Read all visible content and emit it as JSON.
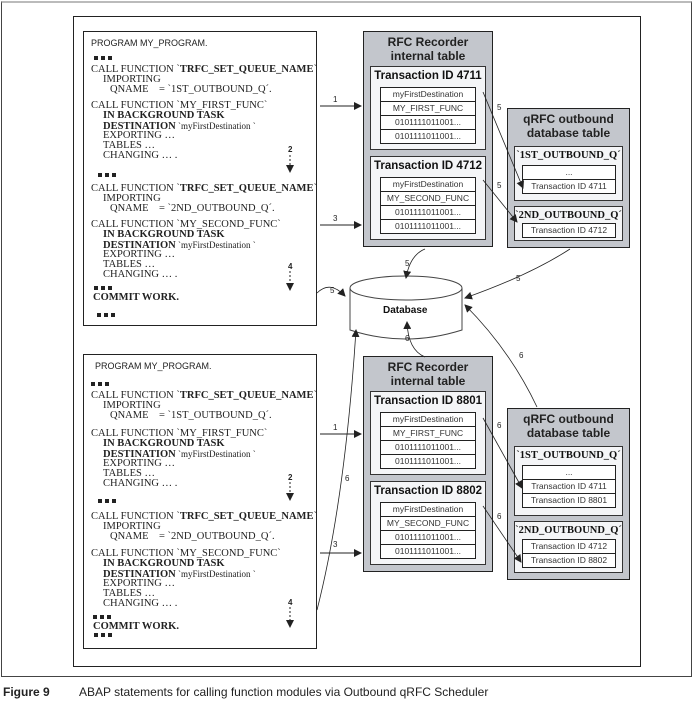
{
  "caption": {
    "figure_label": "Figure 9",
    "text": "ABAP statements for calling function modules via Outbound qRFC Scheduler"
  },
  "code_blocks": [
    {
      "program": "PROGRAM MY_PROGRAM.",
      "call1": "CALL FUNCTION `",
      "queue_func": "TRFC_SET_QUEUE_NAME",
      "importing": "IMPORTING",
      "qname1": "QNAME    = `1ST_OUTBOUND_Q´.",
      "func1": "CALL FUNCTION `MY_FIRST_FUNC`",
      "bg_task": "IN BACKGROUND TASK",
      "destination_kw": "DESTINATION",
      "destination_val": " `myFirstDestination `",
      "exporting": "EXPORTING …",
      "tables": "TABLES …",
      "changing": "CHANGING … .",
      "qname2": "QNAME    = `2ND_OUTBOUND_Q´.",
      "func2": "CALL FUNCTION `MY_SECOND_FUNC`",
      "commit": "COMMIT WORK.",
      "step2": "2",
      "step4": "4"
    }
  ],
  "recorders": [
    {
      "title_line1": "RFC Recorder",
      "title_line2": "internal table",
      "transactions": [
        {
          "title": "Transaction ID 4711",
          "rows": [
            "myFirstDestination",
            "MY_FIRST_FUNC",
            "0101111011001...",
            "0101111011001..."
          ]
        },
        {
          "title": "Transaction ID 4712",
          "rows": [
            "myFirstDestination",
            "MY_SECOND_FUNC",
            "0101111011001...",
            "0101111011001..."
          ]
        }
      ]
    },
    {
      "title_line1": "RFC Recorder",
      "title_line2": "internal table",
      "transactions": [
        {
          "title": "Transaction ID 8801",
          "rows": [
            "myFirstDestination",
            "MY_FIRST_FUNC",
            "0101111011001...",
            "0101111011001..."
          ]
        },
        {
          "title": "Transaction ID 8802",
          "rows": [
            "myFirstDestination",
            "MY_SECOND_FUNC",
            "0101111011001...",
            "0101111011001..."
          ]
        }
      ]
    }
  ],
  "qrfc_tables": [
    {
      "title_line1": "qRFC outbound",
      "title_line2": "database table",
      "queues": [
        {
          "name": "`1ST_OUTBOUND_Q´",
          "entries": [
            "...",
            "Transaction ID 4711"
          ]
        },
        {
          "name": "`2ND_OUTBOUND_Q´",
          "entries": [
            "Transaction ID 4712"
          ]
        }
      ]
    },
    {
      "title_line1": "qRFC outbound",
      "title_line2": "database table",
      "queues": [
        {
          "name": "`1ST_OUTBOUND_Q´",
          "entries": [
            "...",
            "Transaction ID 4711",
            "Transaction ID 8801"
          ]
        },
        {
          "name": "`2ND_OUTBOUND_Q´",
          "entries": [
            "Transaction ID 4712",
            "Transaction ID 8802"
          ]
        }
      ]
    }
  ],
  "database": {
    "label": "Database"
  },
  "step_labels": {
    "s1": "1",
    "s3": "3",
    "s5": "5",
    "s6": "6"
  }
}
